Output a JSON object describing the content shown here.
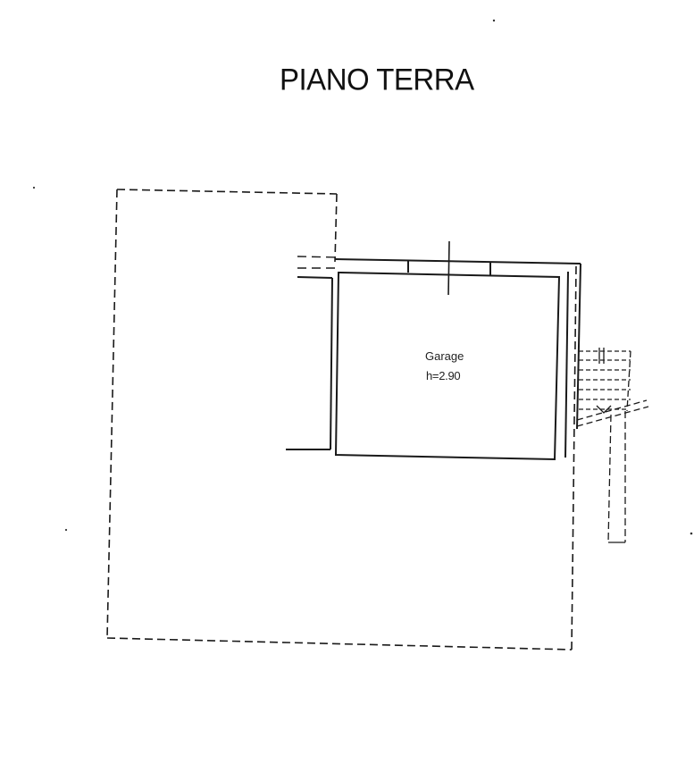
{
  "plan": {
    "title": "PIANO TERRA",
    "rooms": [
      {
        "name": "Garage",
        "height": "h=2.90"
      }
    ],
    "colors": {
      "line": "#1a1a1a",
      "background": "#ffffff"
    }
  }
}
